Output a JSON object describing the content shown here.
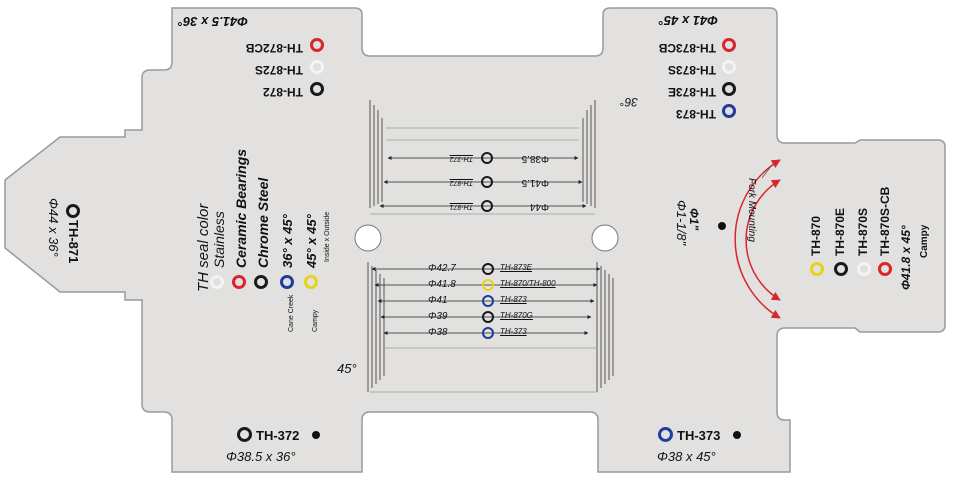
{
  "colors": {
    "black": "#1a1a1a",
    "white": "#f4f4f4",
    "red": "#d9252b",
    "yellow": "#e8d21a",
    "blue": "#1e3d9c",
    "plate": "#e2e1df",
    "edge": "#9a9a9a",
    "arc": "#d9252b"
  },
  "left_cup": {
    "top_title": "Φ41.5 x 36°",
    "top_items": [
      "TH-872CB",
      "TH-872S",
      "TH-872"
    ],
    "legend_title": "TH seal color",
    "legend": [
      "Stainless",
      "Ceramic Bearings",
      "Chrome Steel",
      "36° x 45°",
      "45° x 45°"
    ],
    "legend_sub": [
      "Cane Creek",
      "Campy",
      "Inside x Outside"
    ],
    "side_item": "TH-871",
    "side_spec": "Φ44 x 36°",
    "bottom_item": "TH-372",
    "bottom_spec": "Φ38.5 x 36°",
    "angle": "45°"
  },
  "right_cup": {
    "top_title": "Φ41 x 45°",
    "top_items": [
      "TH-873CB",
      "TH-873S",
      "TH-873E",
      "TH-873"
    ],
    "angle": "36°",
    "fork_label": "Fork Mounting",
    "fork_size": "Φ1-1/8\"",
    "side_items": [
      "TH-870",
      "TH-870E",
      "TH-870S",
      "TH-870S-CB"
    ],
    "side_spec": "Φ41.8 x 45°",
    "side_sub": "Campy",
    "bottom_item": "TH-373",
    "bottom_spec": "Φ38 x 45°"
  },
  "middle_upper": [
    {
      "dim": "Φ38.5",
      "code": "TH-372"
    },
    {
      "dim": "Φ41.5",
      "code": "TH-872"
    },
    {
      "dim": "Φ44",
      "code": "TH-871"
    }
  ],
  "middle_lower": [
    {
      "dim": "Φ42.7",
      "code": "TH-873E"
    },
    {
      "dim": "Φ41.8",
      "code": "TH-870/TH-800"
    },
    {
      "dim": "Φ41",
      "code": "TH-873"
    },
    {
      "dim": "Φ39",
      "code": "TH-870G"
    },
    {
      "dim": "Φ38",
      "code": "TH-373"
    }
  ]
}
